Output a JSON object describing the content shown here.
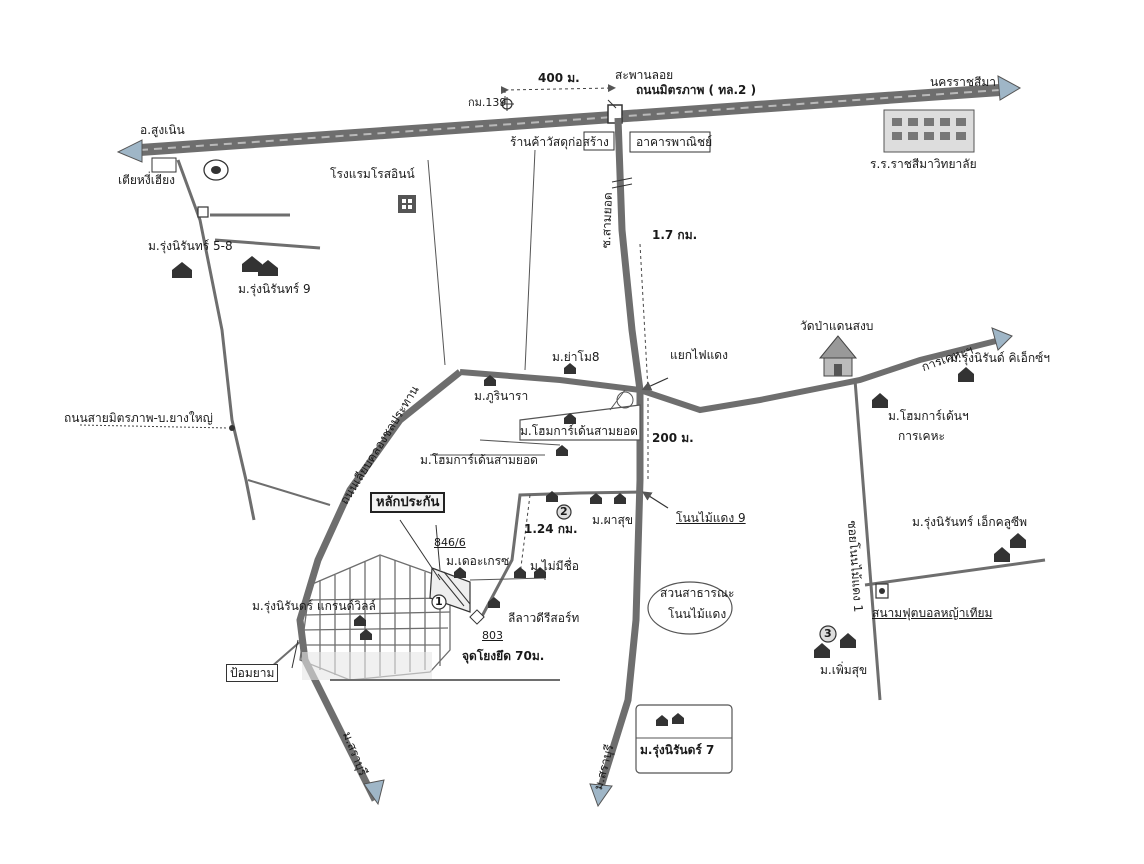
{
  "map": {
    "colors": {
      "road": "#6e6e6e",
      "road_fill": "#8a8a8a",
      "line": "#555555",
      "text": "#1a1a1a",
      "arrow": "#9fb6c7"
    },
    "icons": [
      "house-icon",
      "hotel-icon",
      "school-icon",
      "temple-icon",
      "sign-icon"
    ],
    "labels": {
      "nakhon_ratchasima": "นครราชสีมา",
      "sung_noen": "อ.สูงเนิน",
      "mittraphap_road": "ถนนมิตรภาพ ( ทล.2 )",
      "overpass": "สะพานลอย",
      "km139": "กม.139",
      "dist_400": "400 ม.",
      "hardware_store": "ร้านค้าวัสดุก่อสร้าง",
      "commercial_bldg": "อาคารพาณิชย์",
      "rajsima_school": "ร.ร.ราชสีมาวิทยาลัย",
      "tia_hia": "เตียหงี่เฮียง",
      "rose_inn": "โรงแรมโรสอินน์",
      "soi_samyot": "ซ.สามยอด",
      "dist_17km": "1.7 กม.",
      "rungnirun_5_8": "ม.รุ่งนิรันทร์ 5-8",
      "rungnirun_9": "ม.รุ่งนิรันทร์ 9",
      "ya_mo_8": "ม.ย่าโม8",
      "phurinara": "ม.ภูรินารา",
      "traffic_light": "แยกไฟแดง",
      "wat_pa": "วัดป่าแดนสงบ",
      "kehaa": "การเคหะฯ",
      "rungnirun_ex": "ม.รุ่งนิรันด์ คิเอ็กซ์ฯ",
      "homeplace_kheha": "ม.โฮมการ์เด้นฯ",
      "kheha": "การเคหะ",
      "mitrapap_yangyai": "ถนนสายมิตรภาพ-บ.ยางใหญ่",
      "homegarden_samyot1": "ม.โฮมการ์เด้นสามยอด",
      "homegarden_samyot2": "ม.โฮมการ์เด้นสามยอด",
      "canal_road": "ถนนเลียบคลองชลประทาน",
      "dist_200": "200 ม.",
      "khonmaidaeng_9": "โนนไม้แดง 9",
      "phasuk": "ม.ผาสุข",
      "dist_124": "1.24 กม.",
      "lak_prakan": "หลักประกัน",
      "no_846": "846/6",
      "the_grace": "ม.เดอะเกรซ",
      "mai_mi_chue": "ม.ไม่มีชื่อ",
      "lilawadee": "ลีลาวดีรีสอร์ท",
      "no_803": "803",
      "rungnirun_grand": "ม.รุ่งนิรันดร์ แกรนด์วิลล์",
      "anchor_point": "จุดโยงยึด 70ม.",
      "public_park1": "สวนสาธารณะ",
      "public_park2": "โนนไม้แดง",
      "soi_non_mai_daeng": "ซอยโนนไม้แดง 1",
      "rungnirun_excel": "ม.รุ่งนิรันทร์ เอ็กคลูซีพ",
      "football_field": "สนามฟุตบอลหญ้าเทียม",
      "phermsuk": "ม.เพิ่มสุข",
      "police_box": "ป้อมยาม",
      "sraburi_1": "ม.สราบุรี",
      "sraburi_2": "ม.สราบุรี",
      "rungnirun_7": "ม.รุ่งนิรันดร์ 7",
      "m1": "1",
      "m2": "2",
      "m3": "3"
    }
  }
}
